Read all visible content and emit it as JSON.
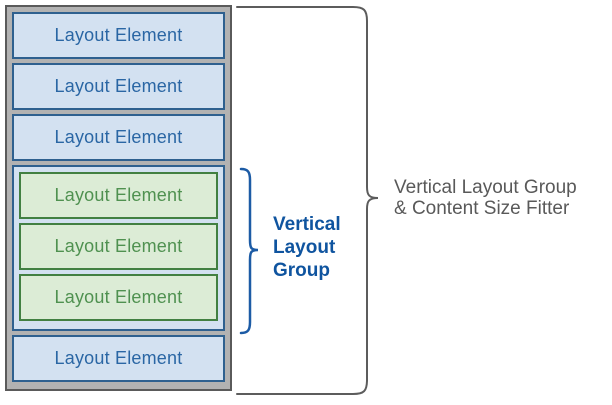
{
  "panel": {
    "top_boxes": [
      "Layout Element",
      "Layout Element",
      "Layout Element"
    ],
    "group_boxes": [
      "Layout Element",
      "Layout Element",
      "Layout Element"
    ],
    "bottom_boxes": [
      "Layout Element"
    ]
  },
  "annotations": {
    "group_label": "Vertical\nLayout\nGroup",
    "caption": "Vertical Layout Group\n& Content Size Fitter"
  },
  "colors": {
    "panel_fill": "#b2b2b2",
    "panel_border": "#5a5a5a",
    "blue_fill": "#d3e1f1",
    "blue_border": "#2e608f",
    "blue_text": "#2a66a4",
    "green_fill": "#dcecd6",
    "green_border": "#428042",
    "green_text": "#4f9150",
    "group_label_blue": "#0f549f",
    "brace_blue": "#1c5ba5",
    "bracket_gray": "#5c5c5c",
    "caption_gray": "#595959"
  }
}
